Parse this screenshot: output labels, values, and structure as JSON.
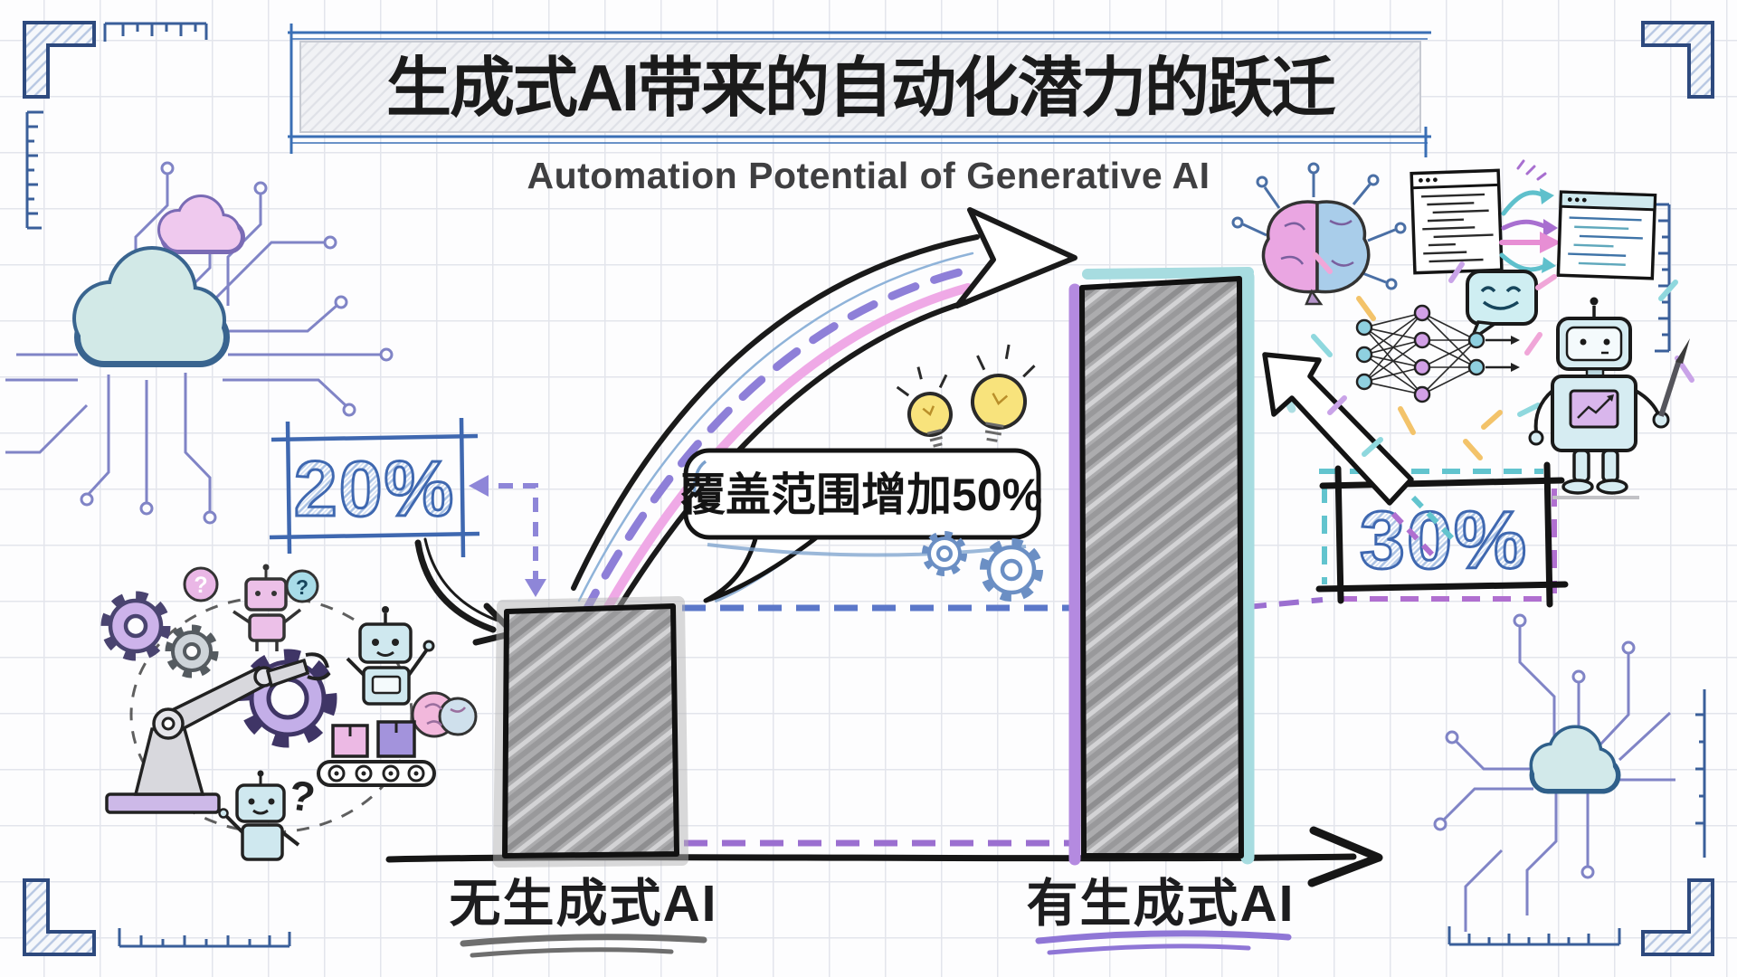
{
  "header": {
    "title": "生成式AI带来的自动化潜力的跃迁",
    "subtitle": "Automation Potential of Generative AI"
  },
  "chart_data": {
    "type": "bar",
    "title": "生成式AI带来的自动化潜力的跃迁",
    "subtitle": "Automation Potential of Generative AI",
    "categories": [
      "无生成式AI",
      "有生成式AI"
    ],
    "values": [
      20,
      30
    ],
    "value_labels": [
      "20%",
      "30%"
    ],
    "unit": "%",
    "ylim": [
      0,
      35
    ],
    "grid": true,
    "legend": false,
    "annotations": [
      {
        "type": "speech-bubble",
        "text": "覆盖范围增加50%"
      }
    ]
  },
  "bars": {
    "left": {
      "value_label": "20%",
      "category": "无生成式AI"
    },
    "right": {
      "value_label": "30%",
      "category": "有生成式AI"
    }
  },
  "bubble": {
    "text": "覆盖范围增加50%"
  },
  "decor": {
    "question_mark": "?"
  },
  "colors": {
    "label_blue": "#3f68b0",
    "dashed_blue": "#5b77c9",
    "dashed_purple": "#8e7fd8",
    "pink_arc": "#efa9e6",
    "teal_edge": "#a7dce0",
    "purple_edge": "#b48ae0",
    "ink": "#1a1a1a"
  }
}
